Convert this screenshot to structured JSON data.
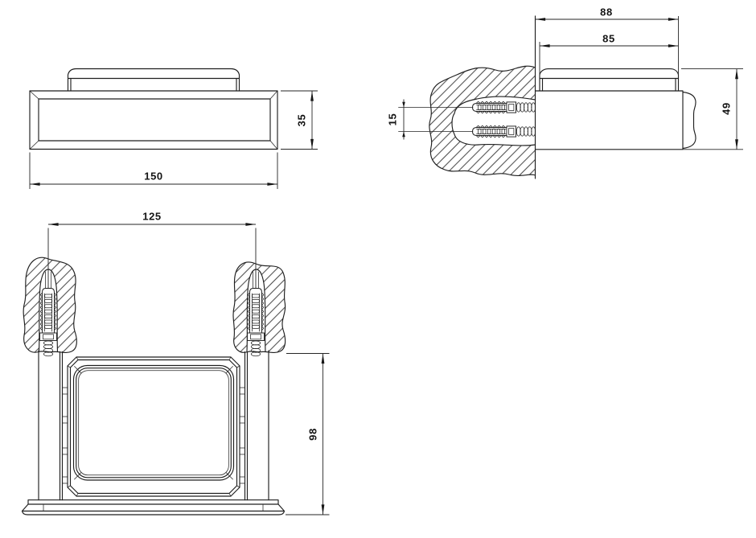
{
  "views": {
    "front": {
      "width": "150",
      "height": "35"
    },
    "side_section": {
      "overall_depth": "88",
      "body_depth": "85",
      "hole_spacing": "15",
      "height": "49"
    },
    "top_section": {
      "fixing_centres": "125",
      "depth": "98"
    }
  },
  "style": {
    "background": "#ffffff",
    "ink": "#1f1f1f"
  }
}
